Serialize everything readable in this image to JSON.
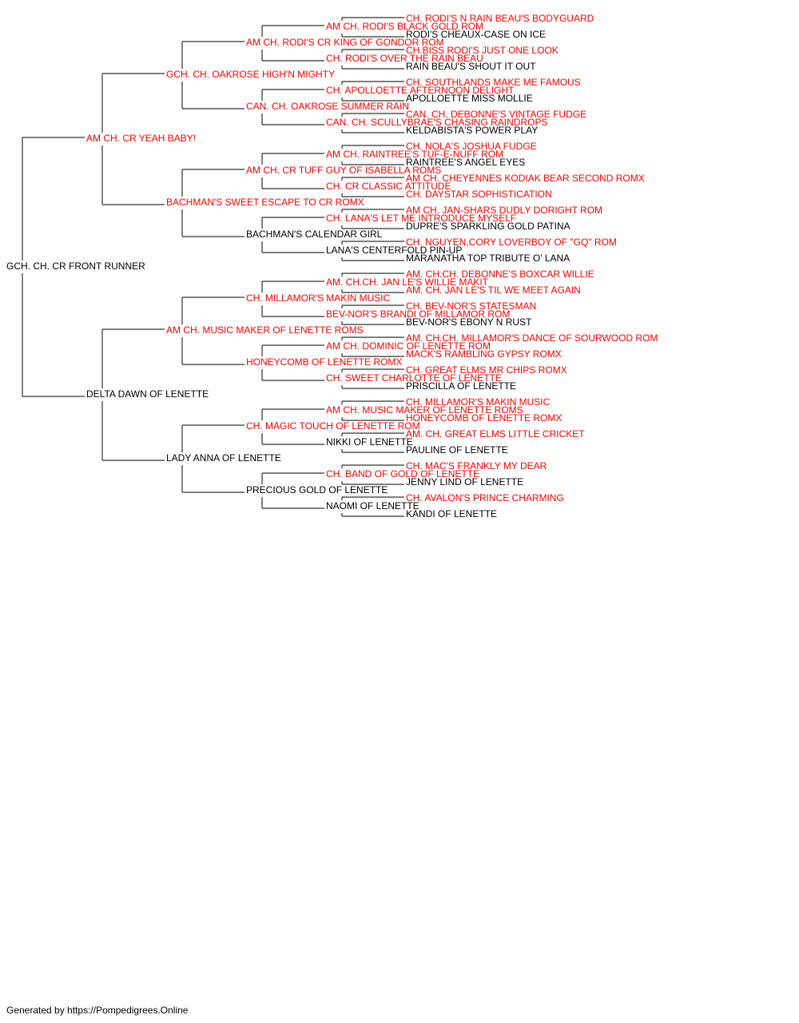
{
  "colors": {
    "champion": "#ff0000",
    "regular": "#000000",
    "line": "#333333"
  },
  "footer": "Generated by https://Pompedigrees.Online",
  "pedigree": [
    {
      "gen": 0,
      "slot": 0,
      "name": "GCH. CH. CR FRONT RUNNER",
      "champion": false
    },
    {
      "gen": 1,
      "slot": 0,
      "name": "AM CH. CR YEAH BABY!",
      "champion": true
    },
    {
      "gen": 1,
      "slot": 1,
      "name": "DELTA DAWN OF LENETTE",
      "champion": false
    },
    {
      "gen": 2,
      "slot": 0,
      "name": "GCH. CH. OAKROSE HIGH'N MIGHTY",
      "champion": true
    },
    {
      "gen": 2,
      "slot": 1,
      "name": "BACHMAN'S SWEET ESCAPE TO CR ROMX",
      "champion": true
    },
    {
      "gen": 2,
      "slot": 2,
      "name": "AM CH. MUSIC MAKER OF LENETTE ROMS",
      "champion": true
    },
    {
      "gen": 2,
      "slot": 3,
      "name": "LADY ANNA OF LENETTE",
      "champion": false
    },
    {
      "gen": 3,
      "slot": 0,
      "name": "AM CH. RODI'S CR KING OF GONDOR ROM",
      "champion": true
    },
    {
      "gen": 3,
      "slot": 1,
      "name": "CAN. CH. OAKROSE SUMMER RAIN",
      "champion": true
    },
    {
      "gen": 3,
      "slot": 2,
      "name": "AM CH. CR TUFF GUY OF ISABELLA ROMS",
      "champion": true
    },
    {
      "gen": 3,
      "slot": 3,
      "name": "BACHMAN'S CALENDAR GIRL",
      "champion": false
    },
    {
      "gen": 3,
      "slot": 4,
      "name": "CH. MILLAMOR'S MAKIN MUSIC",
      "champion": true
    },
    {
      "gen": 3,
      "slot": 5,
      "name": "HONEYCOMB OF LENETTE ROMX",
      "champion": true
    },
    {
      "gen": 3,
      "slot": 6,
      "name": "CH. MAGIC TOUCH OF LENETTE ROM",
      "champion": true
    },
    {
      "gen": 3,
      "slot": 7,
      "name": "PRECIOUS GOLD OF LENETTE",
      "champion": false
    },
    {
      "gen": 4,
      "slot": 0,
      "name": "AM CH. RODI'S BLACK GOLD ROM",
      "champion": true
    },
    {
      "gen": 4,
      "slot": 1,
      "name": "CH. RODI'S OVER THE RAIN BEAU",
      "champion": true
    },
    {
      "gen": 4,
      "slot": 2,
      "name": "CH. APOLLOETTE AFTERNOON DELIGHT",
      "champion": true
    },
    {
      "gen": 4,
      "slot": 3,
      "name": "CAN. CH. SCULLYBRAE'S CHASING RAINDROPS",
      "champion": true
    },
    {
      "gen": 4,
      "slot": 4,
      "name": "AM CH. RAINTREE'S TUF-E-NUFF ROM",
      "champion": true
    },
    {
      "gen": 4,
      "slot": 5,
      "name": "CH. CR CLASSIC ATTITUDE",
      "champion": true
    },
    {
      "gen": 4,
      "slot": 6,
      "name": "CH. LANA'S LET ME INTRODUCE MYSELF",
      "champion": true
    },
    {
      "gen": 4,
      "slot": 7,
      "name": "LANA'S CENTERFOLD PIN-UP",
      "champion": false
    },
    {
      "gen": 4,
      "slot": 8,
      "name": "AM. CH.CH. JAN LE'S WILLIE MAKIT",
      "champion": true
    },
    {
      "gen": 4,
      "slot": 9,
      "name": "BEV-NOR'S BRANDI OF MILLAMOR ROM",
      "champion": true
    },
    {
      "gen": 4,
      "slot": 10,
      "name": "AM CH. DOMINIC OF LENETTE ROM",
      "champion": true
    },
    {
      "gen": 4,
      "slot": 11,
      "name": "CH. SWEET CHARLOTTE OF LENETTE",
      "champion": true
    },
    {
      "gen": 4,
      "slot": 12,
      "name": "AM CH. MUSIC MAKER OF LENETTE ROMS",
      "champion": true
    },
    {
      "gen": 4,
      "slot": 13,
      "name": "NIKKI OF LENETTE",
      "champion": false
    },
    {
      "gen": 4,
      "slot": 14,
      "name": "CH. BAND OF GOLD OF LENETTE",
      "champion": true
    },
    {
      "gen": 4,
      "slot": 15,
      "name": "NAOMI OF LENETTE",
      "champion": false
    },
    {
      "gen": 5,
      "slot": 0,
      "name": "CH. RODI'S N RAIN BEAU'S BODYGUARD",
      "champion": true
    },
    {
      "gen": 5,
      "slot": 1,
      "name": "RODI'S CHEAUX-CASE ON ICE",
      "champion": false
    },
    {
      "gen": 5,
      "slot": 2,
      "name": "CH.BISS RODI'S JUST ONE LOOK",
      "champion": true
    },
    {
      "gen": 5,
      "slot": 3,
      "name": "RAIN BEAU'S SHOUT IT OUT",
      "champion": false
    },
    {
      "gen": 5,
      "slot": 4,
      "name": "CH. SOUTHLANDS MAKE ME FAMOUS",
      "champion": true
    },
    {
      "gen": 5,
      "slot": 5,
      "name": "APOLLOETTE MISS MOLLIE",
      "champion": false
    },
    {
      "gen": 5,
      "slot": 6,
      "name": "CAN. CH. DEBONNE'S VINTAGE FUDGE",
      "champion": true
    },
    {
      "gen": 5,
      "slot": 7,
      "name": "KELDABISTA'S POWER PLAY",
      "champion": false
    },
    {
      "gen": 5,
      "slot": 8,
      "name": "CH. NOLA'S JOSHUA FUDGE",
      "champion": true
    },
    {
      "gen": 5,
      "slot": 9,
      "name": "RAINTREE'S ANGEL EYES",
      "champion": false
    },
    {
      "gen": 5,
      "slot": 10,
      "name": "AM CH. CHEYENNES KODIAK BEAR SECOND ROMX",
      "champion": true
    },
    {
      "gen": 5,
      "slot": 11,
      "name": "CH. DAYSTAR SOPHISTICATION",
      "champion": true
    },
    {
      "gen": 5,
      "slot": 12,
      "name": "AM CH. JAN-SHARS DUDLY DORIGHT ROM",
      "champion": true
    },
    {
      "gen": 5,
      "slot": 13,
      "name": "DUPRE'S SPARKLING GOLD PATINA",
      "champion": false
    },
    {
      "gen": 5,
      "slot": 14,
      "name": "CH. NGUYEN,CORY LOVERBOY OF \"GQ\" ROM",
      "champion": true
    },
    {
      "gen": 5,
      "slot": 15,
      "name": "MARANATHA TOP TRIBUTE O' LANA",
      "champion": false
    },
    {
      "gen": 5,
      "slot": 16,
      "name": "AM. CH.CH. DEBONNE'S BOXCAR WILLIE",
      "champion": true
    },
    {
      "gen": 5,
      "slot": 17,
      "name": "AM. CH. JAN LE'S TIL WE MEET AGAIN",
      "champion": true
    },
    {
      "gen": 5,
      "slot": 18,
      "name": "CH. BEV-NOR'S STATESMAN",
      "champion": true
    },
    {
      "gen": 5,
      "slot": 19,
      "name": "BEV-NOR'S EBONY N RUST",
      "champion": false
    },
    {
      "gen": 5,
      "slot": 20,
      "name": "AM. CH.CH. MILLAMOR'S DANCE OF SOURWOOD ROM",
      "champion": true
    },
    {
      "gen": 5,
      "slot": 21,
      "name": "MACK'S RAMBLING GYPSY ROMX",
      "champion": true
    },
    {
      "gen": 5,
      "slot": 22,
      "name": "CH. GREAT ELMS MR CHIPS ROMX",
      "champion": true
    },
    {
      "gen": 5,
      "slot": 23,
      "name": "PRISCILLA OF LENETTE",
      "champion": false
    },
    {
      "gen": 5,
      "slot": 24,
      "name": "CH. MILLAMOR'S MAKIN MUSIC",
      "champion": true
    },
    {
      "gen": 5,
      "slot": 25,
      "name": "HONEYCOMB OF LENETTE ROMX",
      "champion": true
    },
    {
      "gen": 5,
      "slot": 26,
      "name": "AM. CH. GREAT ELMS LITTLE CRICKET",
      "champion": true
    },
    {
      "gen": 5,
      "slot": 27,
      "name": "PAULINE OF LENETTE",
      "champion": false
    },
    {
      "gen": 5,
      "slot": 28,
      "name": "CH. MAC'S FRANKLY MY DEAR",
      "champion": true
    },
    {
      "gen": 5,
      "slot": 29,
      "name": "JENNY LIND OF LENETTE",
      "champion": false
    },
    {
      "gen": 5,
      "slot": 30,
      "name": "CH. AVALON'S PRINCE CHARMING",
      "champion": true
    },
    {
      "gen": 5,
      "slot": 31,
      "name": "KANDI OF LENETTE",
      "champion": false
    }
  ]
}
